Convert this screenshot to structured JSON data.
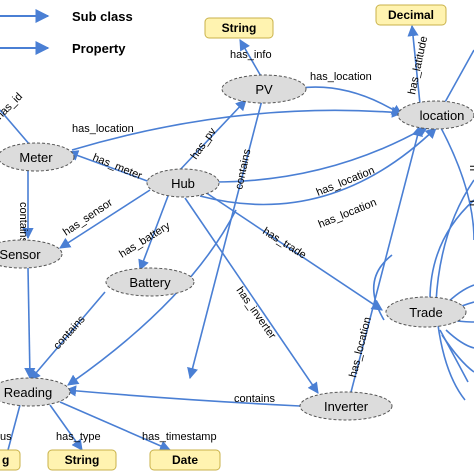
{
  "colors": {
    "edge": "#4a7fd4",
    "class_fill": "#dcdcdc",
    "class_stroke": "#555555",
    "literal_fill": "#fff3b0",
    "literal_stroke": "#c9b24a"
  },
  "legend": {
    "subclass_label": "Sub class",
    "property_label": "Property"
  },
  "classes": {
    "pv": "PV",
    "location": "location",
    "meter": "Meter",
    "hub": "Hub",
    "sensor": "Sensor",
    "battery": "Battery",
    "trade": "Trade",
    "reading": "Reading",
    "inverter": "Inverter"
  },
  "literals": {
    "string_top": "String",
    "decimal": "Decimal",
    "string_bottom": "String",
    "date": "Date",
    "partial_left": "g"
  },
  "edge_labels": {
    "has_info": "has_info",
    "has_location_pv": "has_location",
    "has_latitude": "has_latitude",
    "has_id": "has_id",
    "has_location_meter": "has_location",
    "has_pv": "has_pv",
    "contains_pv": "contains",
    "has_meter": "has_meter",
    "has_location_hub": "has_location",
    "contains_meter": "contains",
    "has_sensor": "has_sensor",
    "has_location_hub2": "has_location",
    "has_battery": "has_battery",
    "has_trade": "has_trade",
    "contains_battery": "contains",
    "has_inverter": "has_inverter",
    "has_location_inverter": "has_location",
    "contains_inverter": "contains",
    "has_type": "has_type",
    "has_timestamp": "has_timestamp",
    "partial_left": "us",
    "partial_right_1": "h",
    "partial_right_2": "h"
  }
}
